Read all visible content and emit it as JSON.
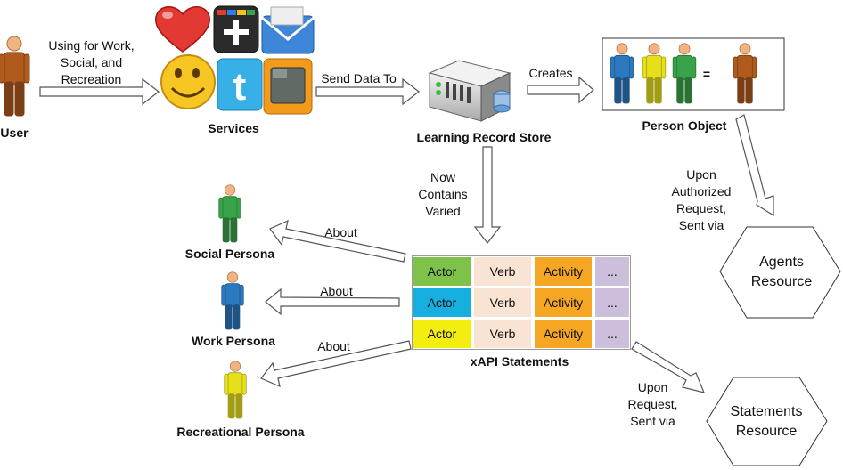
{
  "labels": {
    "user": "User",
    "using_for": "Using for Work,",
    "using_for_2": "Social, and",
    "using_for_3": "Recreation",
    "services": "Services",
    "send_data_to": "Send Data To",
    "lrs": "Learning Record Store",
    "creates": "Creates",
    "person_object": "Person Object",
    "equals": "=",
    "now_contains_1": "Now",
    "now_contains_2": "Contains",
    "now_contains_3": "Varied",
    "upon_auth_1": "Upon",
    "upon_auth_2": "Authorized",
    "upon_auth_3": "Request,",
    "upon_auth_4": "Sent via",
    "agents_1": "Agents",
    "agents_2": "Resource",
    "about": "About",
    "social_persona": "Social Persona",
    "work_persona": "Work Persona",
    "recreational_persona": "Recreational Persona",
    "xapi": "xAPI Statements",
    "upon_req_1": "Upon",
    "upon_req_2": "Request,",
    "upon_req_3": "Sent via",
    "statements_1": "Statements",
    "statements_2": "Resource"
  },
  "statements": [
    {
      "actor": "Actor",
      "verb": "Verb",
      "activity": "Activity",
      "more": "...",
      "actor_color": "#7fc24a"
    },
    {
      "actor": "Actor",
      "verb": "Verb",
      "activity": "Activity",
      "more": "...",
      "actor_color": "#17aee0"
    },
    {
      "actor": "Actor",
      "verb": "Verb",
      "activity": "Activity",
      "more": "...",
      "actor_color": "#f4ee10"
    }
  ],
  "colors": {
    "verb": "#f9e3d3",
    "activity": "#f5a623",
    "more": "#cbbfdc",
    "user_person": "#b05a1e",
    "work_person": "#2d79c0",
    "social_person": "#3aa34a",
    "recreational_person": "#e6e01c"
  },
  "icons": [
    "heart-icon",
    "google-plus-icon",
    "email-icon",
    "smiley-icon",
    "twitter-icon",
    "tv-icon",
    "server-icon"
  ]
}
